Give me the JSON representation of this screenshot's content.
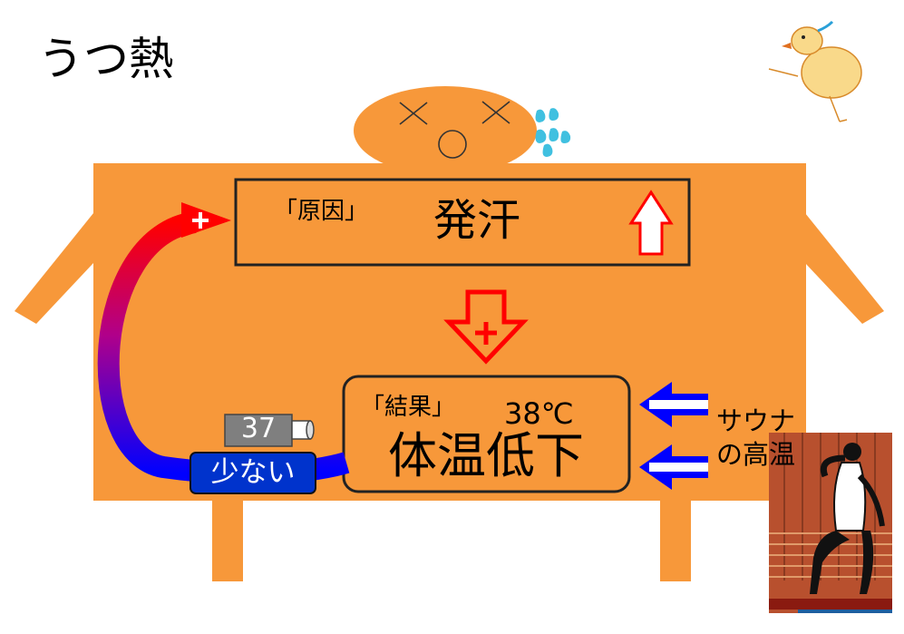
{
  "title": "うつ熱",
  "cause": {
    "label": "「原因」",
    "value": "発汗"
  },
  "result": {
    "label": "「結果」",
    "temperature": "38℃",
    "value": "体温低下"
  },
  "sauna": {
    "line1": "サウナ",
    "line2": "の高温"
  },
  "thermometer": {
    "reading": "37"
  },
  "feedback_label": "少ない",
  "colors": {
    "body": "#f7983a",
    "arrow_red": "#ff0000",
    "arrow_blue": "#0000ff",
    "label_blue": "#0033cc",
    "sweat": "#3fbfdf",
    "sauna_wood": "#b8502e",
    "thermometer_gray": "#7f7f7f"
  },
  "icons": [
    "tired-face-icon",
    "sweat-drops-icon",
    "chick-icon",
    "sauna-woman-icon",
    "thermometer-icon",
    "up-arrow-icon",
    "down-plus-arrow-icon",
    "left-arrow-icon"
  ]
}
